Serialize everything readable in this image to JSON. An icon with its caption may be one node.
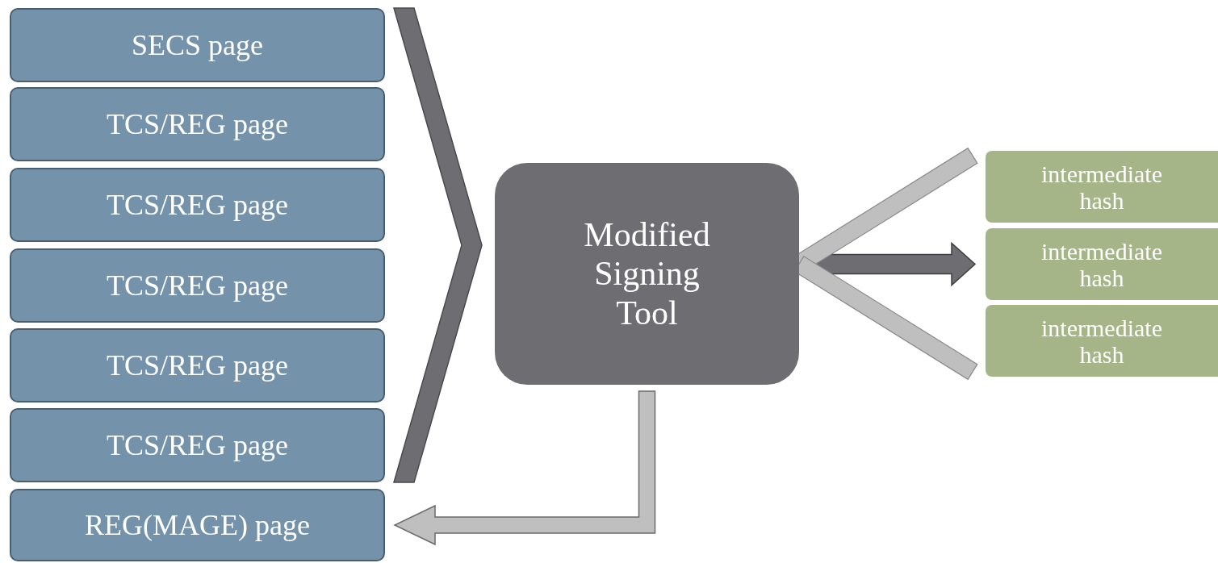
{
  "diagram": {
    "nodes": [
      {
        "text": [
          "SECS page"
        ]
      },
      {
        "text": [
          "TCS/REG page"
        ]
      },
      {
        "text": [
          "TCS/REG page"
        ]
      },
      {
        "text": [
          "TCS/REG page"
        ]
      },
      {
        "text": [
          "TCS/REG page"
        ]
      },
      {
        "text": [
          "TCS/REG page"
        ]
      },
      {
        "text": [
          "REG(MAGE) page"
        ]
      },
      {
        "text": [
          "Modified Signing Tool"
        ]
      },
      {
        "text": [
          "intermediate hash"
        ]
      },
      {
        "text": [
          "intermediate hash"
        ]
      },
      {
        "text": [
          "intermediate hash"
        ]
      }
    ],
    "edges": [
      {
        "from": 0,
        "to": 7,
        "arrow": "none"
      },
      {
        "from": 1,
        "to": 7,
        "arrow": "none"
      },
      {
        "from": 2,
        "to": 7,
        "arrow": "none"
      },
      {
        "from": 3,
        "to": 7,
        "arrow": "none"
      },
      {
        "from": 4,
        "to": 7,
        "arrow": "none"
      },
      {
        "from": 5,
        "to": 7,
        "arrow": "none"
      },
      {
        "from": 7,
        "to": 8,
        "arrow": "none",
        "color": "#bfbfbf"
      },
      {
        "from": 7,
        "to": 9,
        "arrow": "to"
      },
      {
        "from": 7,
        "to": 10,
        "arrow": "none",
        "color": "#bfbfbf"
      },
      {
        "from": 7,
        "to": 6,
        "arrow": "to",
        "color": "#bfbfbf"
      }
    ]
  }
}
